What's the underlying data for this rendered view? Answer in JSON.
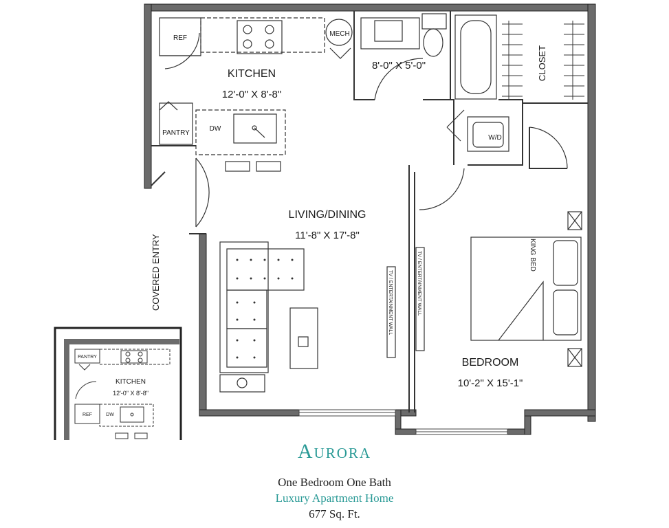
{
  "plan": {
    "name": "Aurora",
    "description": "One Bedroom One Bath",
    "subtitle": "Luxury Apartment Home",
    "area": "677 Sq. Ft."
  },
  "rooms": {
    "kitchen": {
      "label": "KITCHEN",
      "dims": "12'-0\" X 8'-8\""
    },
    "bath": {
      "dims": "8'-0\" X 5'-0\""
    },
    "living": {
      "label": "LIVING/DINING",
      "dims": "11'-8\" X 17'-8\""
    },
    "bedroom": {
      "label": "BEDROOM",
      "dims": "10'-2\" X 15'-1\""
    },
    "closet": {
      "label": "CLOSET"
    },
    "entry": {
      "label": "COVERED ENTRY"
    }
  },
  "fixtures": {
    "ref": "REF",
    "mech": "MECH",
    "pantry": "PANTRY",
    "dw": "DW",
    "wd": "W/D",
    "king_bed": "KING BED",
    "tv_wall": "TV / ENTERTAINMENT WALL"
  },
  "inset": {
    "pantry": "PANTRY",
    "kitchen_label": "KITCHEN",
    "kitchen_dims": "12'-0\" X 8'-8\"",
    "ref": "REF",
    "dw": "DW"
  },
  "colors": {
    "wall": "#6b6b6b",
    "accent": "#2a9a96"
  }
}
